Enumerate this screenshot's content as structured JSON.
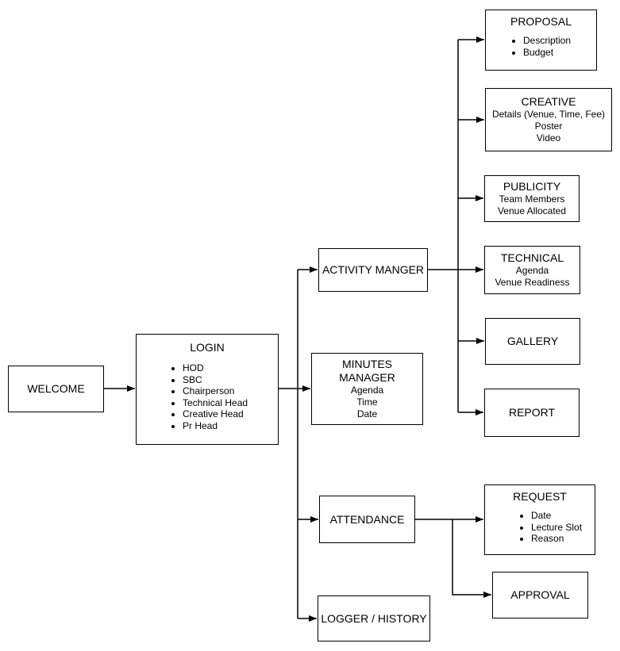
{
  "diagram": {
    "welcome": {
      "title": "WELCOME"
    },
    "login": {
      "title": "LOGIN",
      "items": [
        "HOD",
        "SBC",
        "Chairperson",
        "Technical Head",
        "Creative Head",
        "Pr Head"
      ]
    },
    "activity_manager": {
      "title": "ACTIVITY MANGER"
    },
    "minutes_manager": {
      "title": "MINUTES MANAGER",
      "lines": [
        "Agenda",
        "Time",
        "Date"
      ]
    },
    "attendance": {
      "title": "ATTENDANCE"
    },
    "logger_history": {
      "title": "LOGGER / HISTORY"
    },
    "proposal": {
      "title": "PROPOSAL",
      "items": [
        "Description",
        "Budget"
      ]
    },
    "creative": {
      "title": "CREATIVE",
      "lines": [
        "Details (Venue, Time, Fee)",
        "Poster",
        "Video"
      ]
    },
    "publicity": {
      "title": "PUBLICITY",
      "lines": [
        "Team Members",
        "Venue Allocated"
      ]
    },
    "technical": {
      "title": "TECHNICAL",
      "lines": [
        "Agenda",
        "Venue Readiness"
      ]
    },
    "gallery": {
      "title": "GALLERY"
    },
    "report": {
      "title": "REPORT"
    },
    "request": {
      "title": "REQUEST",
      "items": [
        "Date",
        "Lecture Slot",
        "Reason"
      ]
    },
    "approval": {
      "title": "APPROVAL"
    }
  },
  "colors": {
    "background": "#ffffff",
    "box_fill": "#ffffff",
    "box_border": "#000000",
    "line": "#000000",
    "text": "#000000"
  }
}
